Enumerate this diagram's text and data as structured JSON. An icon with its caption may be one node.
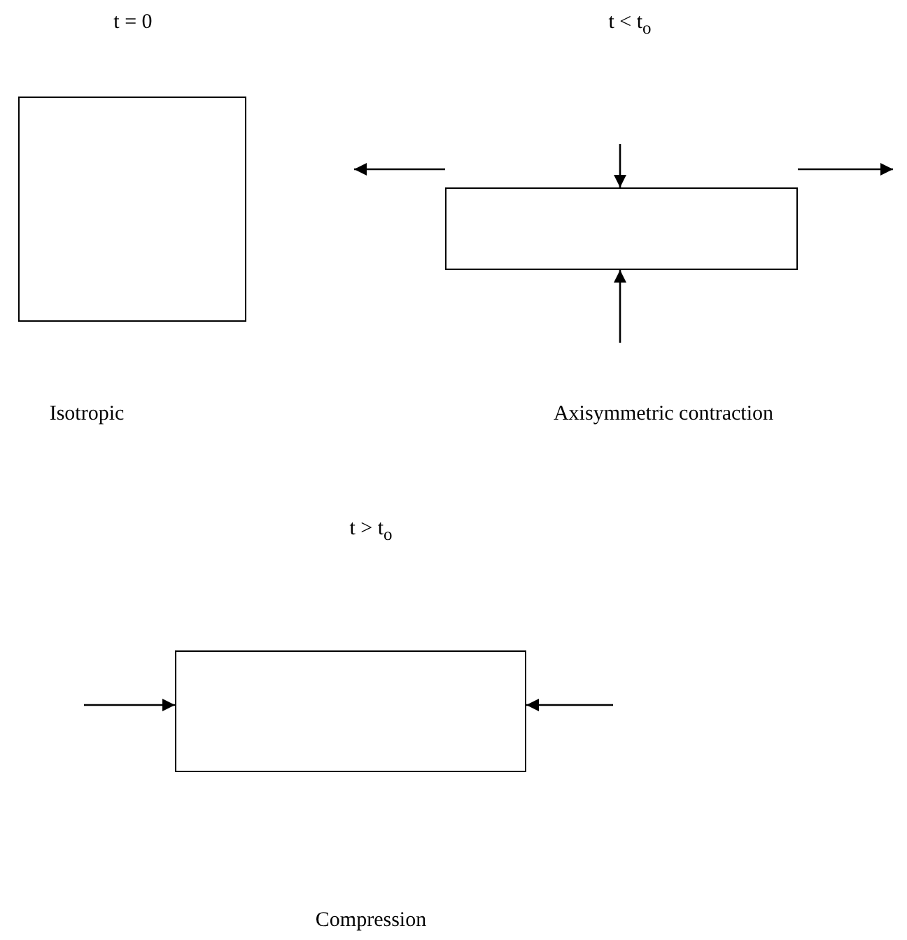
{
  "diagram": {
    "nodes": [
      {
        "text": [],
        "shape": "box"
      },
      {
        "text": [],
        "shape": "box"
      },
      {
        "text": [],
        "shape": "box"
      }
    ],
    "labels": [
      "t = 0",
      "t < t$_{o}$",
      "Isotropic",
      "Axisymmetric contraction",
      "t > t$_{o}$",
      "Compression"
    ]
  }
}
